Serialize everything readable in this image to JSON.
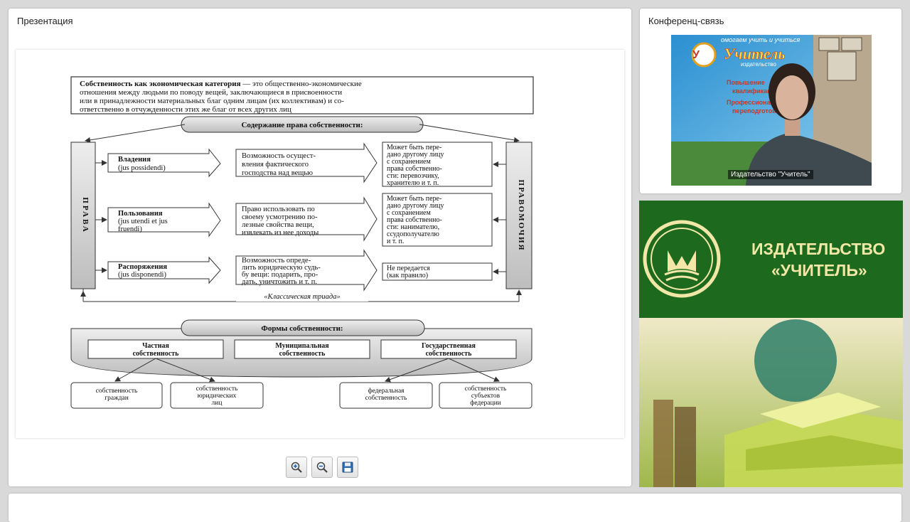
{
  "presentation": {
    "title": "Презентация",
    "slide": {
      "definition": {
        "bold": "Собственность как экономическая категория",
        "line1_rest": " — это общественно-экономические",
        "line2": "отношения между людьми по поводу вещей, заключающиеся в присвоенности",
        "line3": "или в принадлежности материальных благ одним лицам (их коллективам) и со-",
        "line4": "ответственно в отчужденности этих же благ от всех других лиц"
      },
      "content_header": "Содержание права собственности:",
      "left_vertical": "ПРАВА",
      "right_vertical": "ПРАВОМОЧИЯ",
      "rows": [
        {
          "right": {
            "l1": "Владения",
            "l2": "(jus possidendi)"
          },
          "description": {
            "l1": "Возможность осущест-",
            "l2": "вления фактического",
            "l3": "господства над вещью",
            "l4": ""
          },
          "transfer": {
            "l1": "Может быть пере-",
            "l2": "дано другому лицу",
            "l3": "с сохранением",
            "l4": "права собственно-",
            "l5": "сти: перевозчику,",
            "l6": "хранителю и т. п."
          }
        },
        {
          "right": {
            "l1": "Пользования",
            "l2": "(jus utendi et jus",
            "l3": "fruendi)"
          },
          "description": {
            "l1": "Право использовать по",
            "l2": "своему усмотрению по-",
            "l3": "лезные свойства вещи,",
            "l4": "извлекать из нее доходы"
          },
          "transfer": {
            "l1": "Может быть пере-",
            "l2": "дано другому лицу",
            "l3": "с сохранением",
            "l4": "права собственно-",
            "l5": "сти: нанимателю,",
            "l6": "ссудополучателю",
            "l7": "и т. п."
          }
        },
        {
          "right": {
            "l1": "Распоряжения",
            "l2": "(jus disponendi)"
          },
          "description": {
            "l1": "Возможность опреде-",
            "l2": "лить юридическую судь-",
            "l3": "бу вещи: подарить, про-",
            "l4": "дать, уничтожить и т. п."
          },
          "transfer": {
            "l1": "Не передается",
            "l2": "(как правило)"
          }
        }
      ],
      "triad_label": "«Классическая триада»",
      "forms_header": "Формы собственности:",
      "forms": [
        {
          "l1": "Частная",
          "l2": "собственность"
        },
        {
          "l1": "Муниципальная",
          "l2": "собственность"
        },
        {
          "l1": "Государственная",
          "l2": "собственность"
        }
      ],
      "subforms": [
        {
          "l1": "собственность",
          "l2": "граждан",
          "l3": ""
        },
        {
          "l1": "собственность",
          "l2": "юридических",
          "l3": "лиц"
        },
        {
          "l1": "федеральная",
          "l2": "собственность",
          "l3": ""
        },
        {
          "l1": "собственность",
          "l2": "субъектов",
          "l3": "федерации"
        }
      ]
    },
    "toolbar": {
      "zoom_in_icon": "zoom-in-icon",
      "zoom_out_icon": "zoom-out-icon",
      "save_icon": "floppy-disk-icon"
    }
  },
  "conference": {
    "title": "Конференц-связь",
    "video": {
      "speaker_label": "Издательство \"Учитель\"",
      "banner_lines": [
        "омогаем учить и учиться",
        "Учитель",
        "издательство",
        "Повышение",
        "квалификации",
        "Профессиональная",
        "переподготовка"
      ]
    }
  },
  "ad": {
    "line1": "ИЗДАТЕЛЬСТВО",
    "line2": "«УЧИТЕЛЬ»",
    "colors": {
      "green": "#1d6a1f",
      "gold": "#f2e7a6"
    }
  }
}
